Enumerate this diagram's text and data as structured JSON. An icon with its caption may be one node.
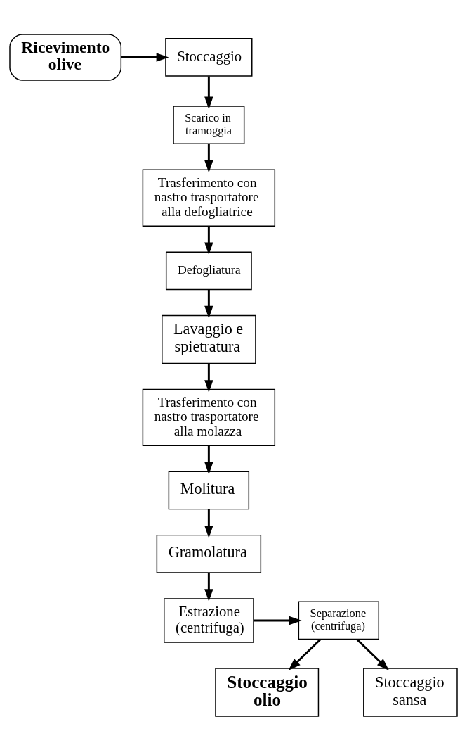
{
  "diagram": {
    "nodes": [
      {
        "text": [
          "Ricevimento olive"
        ]
      },
      {
        "text": [
          "Stoccaggio"
        ]
      },
      {
        "text": [
          "Scarico in tramoggia"
        ]
      },
      {
        "text": [
          "Trasferimento con nastro trasportatore alla defogliatrice"
        ]
      },
      {
        "text": [
          "Defogliatura"
        ]
      },
      {
        "text": [
          "Lavaggio e spietratura"
        ]
      },
      {
        "text": [
          "Trasferimento con nastro trasportatore alla molazza"
        ]
      },
      {
        "text": [
          "Molitura"
        ]
      },
      {
        "text": [
          "Gramolatura"
        ]
      },
      {
        "text": [
          "Estrazione (centrifuga)"
        ]
      },
      {
        "text": [
          "Separazione (centrifuga)"
        ]
      },
      {
        "text": [
          "Stoccaggio olio"
        ]
      },
      {
        "text": [
          "Stoccaggio sansa"
        ]
      }
    ],
    "edges": [
      {
        "from": 0,
        "to": 1,
        "arrow": "to"
      },
      {
        "from": 1,
        "to": 2,
        "arrow": "to"
      },
      {
        "from": 2,
        "to": 3,
        "arrow": "to"
      },
      {
        "from": 3,
        "to": 4,
        "arrow": "to"
      },
      {
        "from": 4,
        "to": 5,
        "arrow": "to"
      },
      {
        "from": 5,
        "to": 6,
        "arrow": "to"
      },
      {
        "from": 6,
        "to": 7,
        "arrow": "to"
      },
      {
        "from": 7,
        "to": 8,
        "arrow": "to"
      },
      {
        "from": 8,
        "to": 9,
        "arrow": "to"
      },
      {
        "from": 9,
        "to": 10,
        "arrow": "to"
      },
      {
        "from": 10,
        "to": 11,
        "arrow": "to"
      },
      {
        "from": 10,
        "to": 12,
        "arrow": "to"
      }
    ]
  }
}
